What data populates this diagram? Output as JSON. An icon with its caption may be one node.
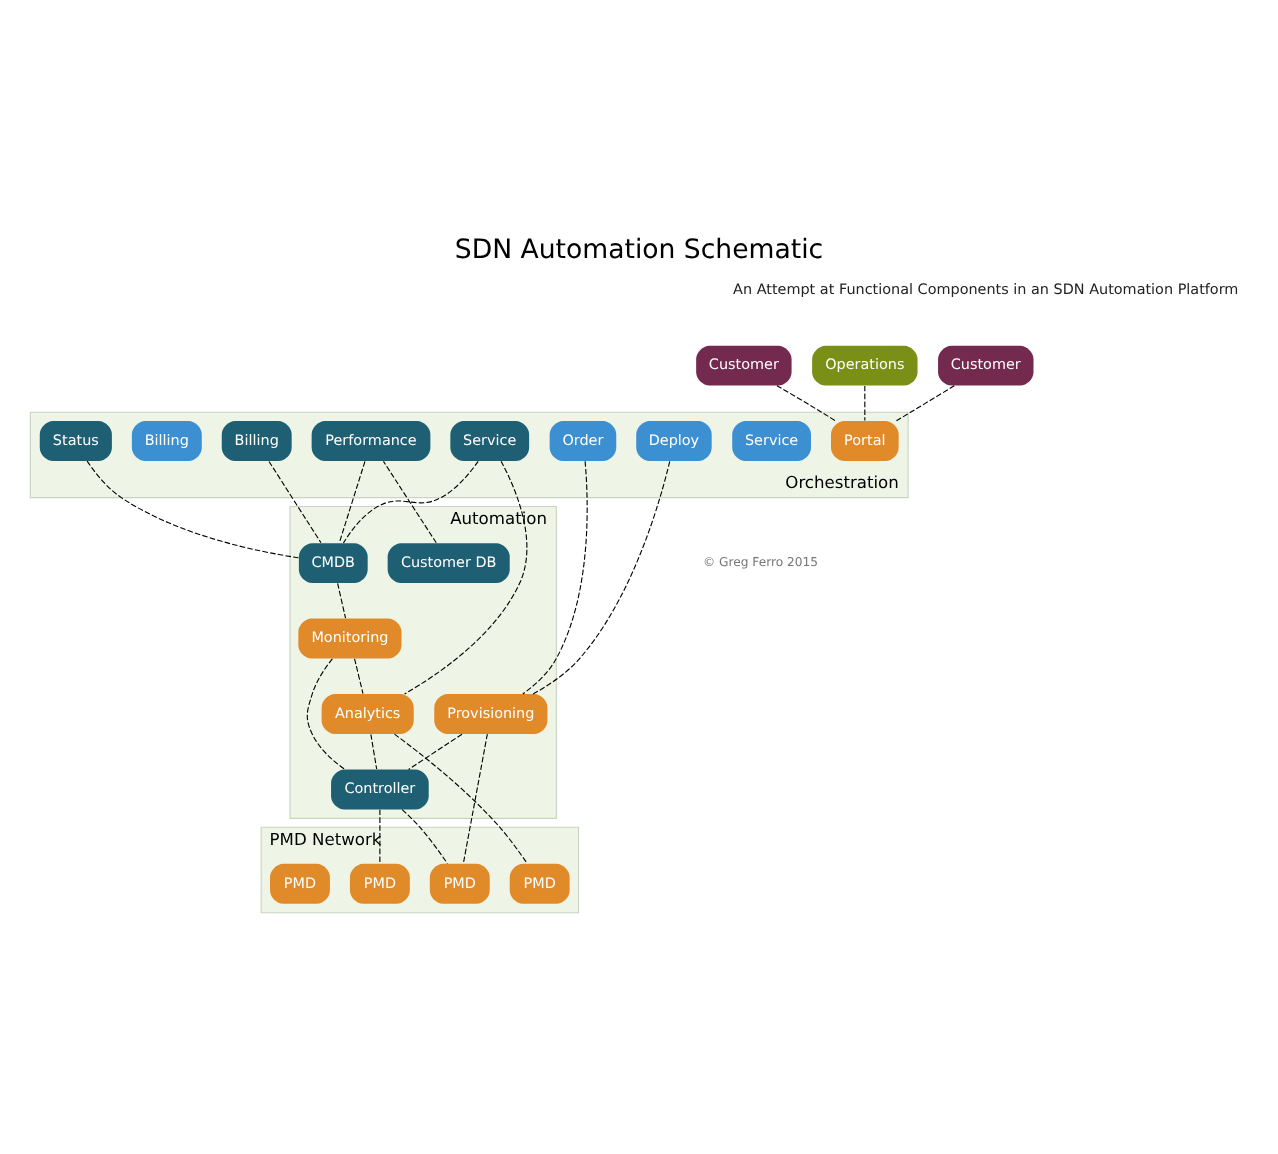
{
  "diagram": {
    "title": "SDN Automation Schematic",
    "nodes": [
      {
        "text": [
          "Customer"
        ]
      },
      {
        "text": [
          "Customer"
        ]
      },
      {
        "text": [
          "Operations"
        ]
      },
      {
        "text": [
          "Orchestration"
        ]
      },
      {
        "text": [
          "Portal"
        ],
        "in": 3
      },
      {
        "text": [
          "Status"
        ],
        "in": 3
      },
      {
        "text": [
          "Performance"
        ],
        "in": 3
      },
      {
        "text": [
          "Billing"
        ],
        "in": 3
      },
      {
        "text": [
          "Service"
        ],
        "in": 3
      },
      {
        "text": [
          "Order"
        ],
        "in": 3
      },
      {
        "text": [
          "Deploy"
        ],
        "in": 3
      },
      {
        "text": [
          "Billing"
        ],
        "in": 3
      },
      {
        "text": [
          "Service"
        ],
        "in": 3
      },
      {
        "text": [
          "Automation"
        ]
      },
      {
        "text": [
          "Customer DB"
        ],
        "in": 13
      },
      {
        "text": [
          "CMDB"
        ],
        "in": 13
      },
      {
        "text": [
          "Monitoring"
        ],
        "in": 13
      },
      {
        "text": [
          "Analytics"
        ],
        "in": 13
      },
      {
        "text": [
          "Provisioning"
        ],
        "in": 13
      },
      {
        "text": [
          "Controller"
        ],
        "in": 13
      },
      {
        "text": [
          "PMD Network"
        ]
      },
      {
        "text": [
          "PMD"
        ],
        "in": 20
      },
      {
        "text": [
          "PMD"
        ],
        "in": 20
      },
      {
        "text": [
          "PMD"
        ],
        "in": 20
      },
      {
        "text": [
          "PMD"
        ],
        "in": 20
      }
    ],
    "edges": [
      {
        "from": 0,
        "to": 4,
        "arrow": "none",
        "style": "dashed"
      },
      {
        "from": 1,
        "to": 4,
        "arrow": "none",
        "style": "dashed"
      },
      {
        "from": 2,
        "to": 4,
        "arrow": "none",
        "style": "dashed"
      },
      {
        "from": 5,
        "to": 15,
        "arrow": "none",
        "style": "dashed"
      },
      {
        "from": 6,
        "to": 15,
        "arrow": "none",
        "style": "dashed"
      },
      {
        "from": 14,
        "to": 6,
        "arrow": "none",
        "style": "dashed"
      },
      {
        "from": 7,
        "to": 15,
        "arrow": "none",
        "style": "dashed"
      },
      {
        "from": 8,
        "to": 15,
        "arrow": "none",
        "style": "dashed"
      },
      {
        "from": 8,
        "to": 17,
        "arrow": "none",
        "style": "dashed"
      },
      {
        "from": 15,
        "to": 16,
        "arrow": "none",
        "style": "dashed"
      },
      {
        "from": 16,
        "to": 17,
        "arrow": "none",
        "style": "dashed"
      },
      {
        "from": 16,
        "to": 19,
        "arrow": "none",
        "style": "dashed"
      },
      {
        "from": 17,
        "to": 19,
        "arrow": "none",
        "style": "dashed"
      },
      {
        "from": 9,
        "to": 18,
        "arrow": "none",
        "style": "dashed"
      },
      {
        "from": 10,
        "to": 18,
        "arrow": "none",
        "style": "dashed"
      },
      {
        "from": 18,
        "to": 19,
        "arrow": "none",
        "style": "dashed"
      },
      {
        "from": 17,
        "to": 21,
        "arrow": "none",
        "style": "dashed"
      },
      {
        "from": 18,
        "to": 22,
        "arrow": "none",
        "style": "dashed"
      },
      {
        "from": 19,
        "to": 22,
        "arrow": "none",
        "style": "dashed"
      },
      {
        "from": 19,
        "to": 23,
        "arrow": "none",
        "style": "dashed"
      }
    ],
    "labels": [
      "An Attempt at Functional Components in an SDN Automation Platform",
      "© Greg Ferro 2015"
    ]
  }
}
